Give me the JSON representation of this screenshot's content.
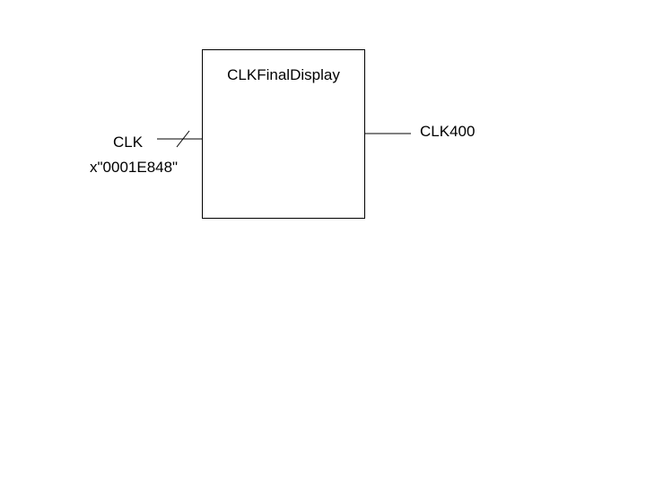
{
  "block": {
    "title": "CLKFinalDisplay"
  },
  "ports": {
    "input": {
      "name": "CLK",
      "value": "x\"0001E848\""
    },
    "output": {
      "name": "CLK400"
    }
  },
  "colors": {
    "line": "#000000",
    "background": "#ffffff"
  }
}
